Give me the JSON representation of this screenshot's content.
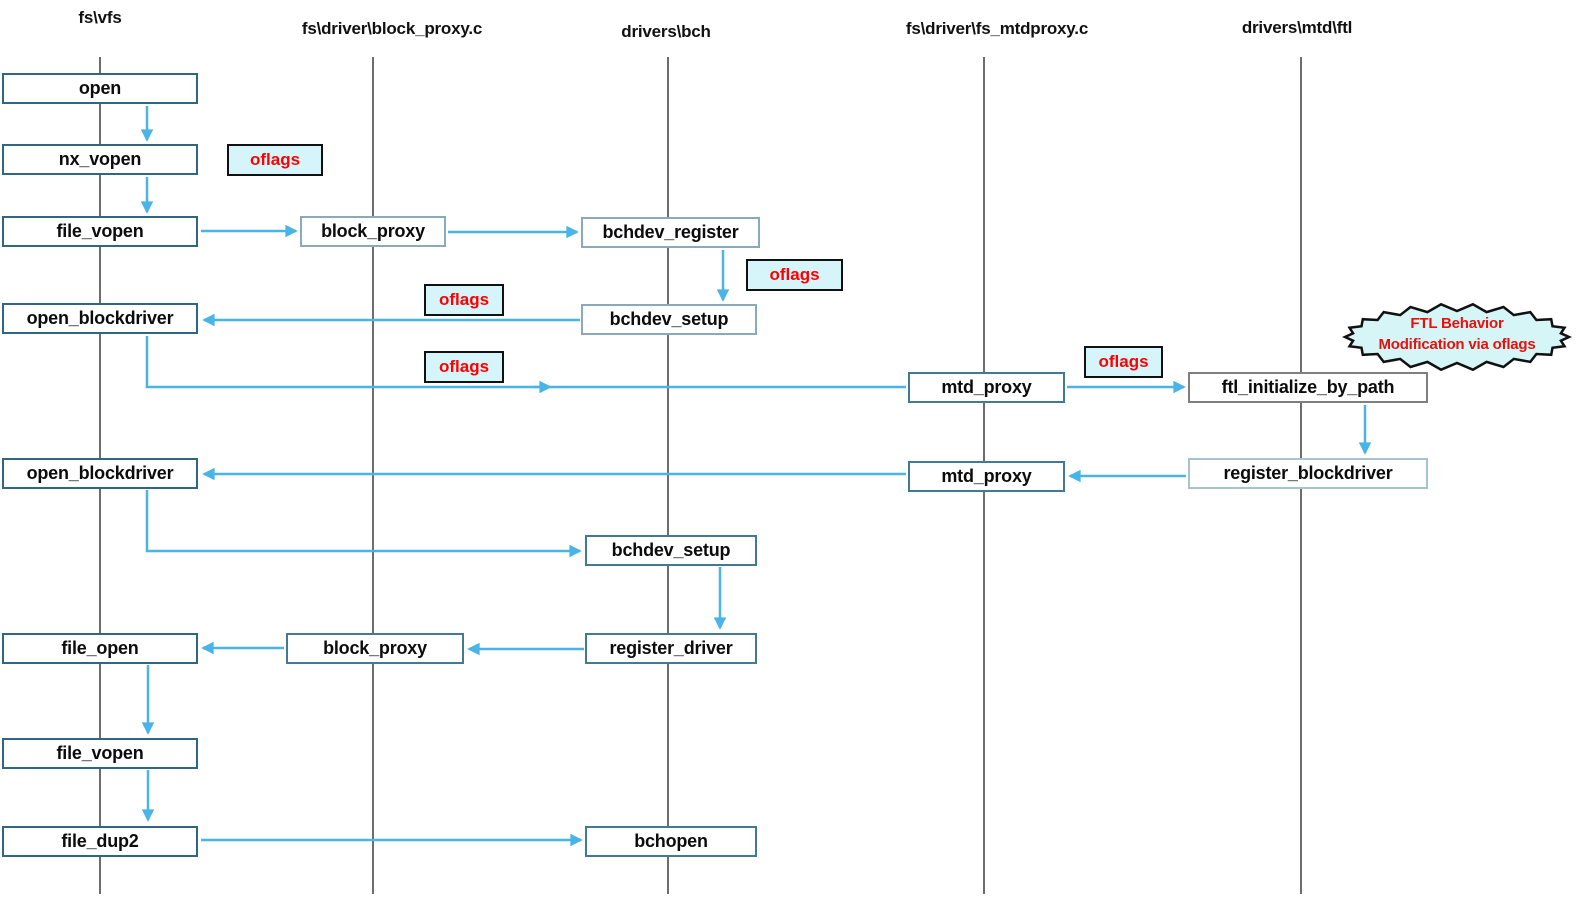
{
  "diagram": {
    "type": "sequence-flow-diagram",
    "columns": [
      {
        "id": "fs-vfs",
        "label": "fs\\vfs"
      },
      {
        "id": "fs-driver-block-proxy",
        "label": "fs\\driver\\block_proxy.c"
      },
      {
        "id": "drivers-bch",
        "label": "drivers\\bch"
      },
      {
        "id": "fs-driver-fs-mtdproxy",
        "label": "fs\\driver\\fs_mtdproxy.c"
      },
      {
        "id": "drivers-mtd-ftl",
        "label": "drivers\\mtd\\ftl"
      }
    ],
    "nodes": [
      {
        "id": "open",
        "column": "fs-vfs",
        "label": "open"
      },
      {
        "id": "nx_vopen",
        "column": "fs-vfs",
        "label": "nx_vopen"
      },
      {
        "id": "file_vopen",
        "column": "fs-vfs",
        "label": "file_vopen"
      },
      {
        "id": "open_blockdriver",
        "column": "fs-vfs",
        "label": "open_blockdriver"
      },
      {
        "id": "open_blockdriver-2",
        "column": "fs-vfs",
        "label": "open_blockdriver"
      },
      {
        "id": "file_open",
        "column": "fs-vfs",
        "label": "file_open"
      },
      {
        "id": "file_vopen-2",
        "column": "fs-vfs",
        "label": "file_vopen"
      },
      {
        "id": "file_dup2",
        "column": "fs-vfs",
        "label": "file_dup2"
      },
      {
        "id": "block_proxy",
        "column": "fs-driver-block-proxy",
        "label": "block_proxy"
      },
      {
        "id": "block_proxy-2",
        "column": "fs-driver-block-proxy",
        "label": "block_proxy"
      },
      {
        "id": "bchdev_register",
        "column": "drivers-bch",
        "label": "bchdev_register"
      },
      {
        "id": "bchdev_setup",
        "column": "drivers-bch",
        "label": "bchdev_setup"
      },
      {
        "id": "bchdev_setup-2",
        "column": "drivers-bch",
        "label": "bchdev_setup"
      },
      {
        "id": "register_driver",
        "column": "drivers-bch",
        "label": "register_driver"
      },
      {
        "id": "bchopen",
        "column": "drivers-bch",
        "label": "bchopen"
      },
      {
        "id": "mtd_proxy",
        "column": "fs-driver-fs-mtdproxy",
        "label": "mtd_proxy"
      },
      {
        "id": "mtd_proxy-2",
        "column": "fs-driver-fs-mtdproxy",
        "label": "mtd_proxy"
      },
      {
        "id": "ftl_initialize_by_path",
        "column": "drivers-mtd-ftl",
        "label": "ftl_initialize_by_path"
      },
      {
        "id": "register_blockdriver",
        "column": "drivers-mtd-ftl",
        "label": "register_blockdriver"
      }
    ],
    "flags": [
      {
        "id": "oflags-1",
        "label": "oflags"
      },
      {
        "id": "oflags-2",
        "label": "oflags"
      },
      {
        "id": "oflags-3",
        "label": "oflags"
      },
      {
        "id": "oflags-4",
        "label": "oflags"
      },
      {
        "id": "oflags-5",
        "label": "oflags"
      }
    ],
    "cloud": {
      "line1": "FTL Behavior",
      "line2": "Modification via oflags"
    },
    "colors": {
      "arrow": "#49b4e6",
      "lifeline": "#3d3d3d",
      "flag_background": "#d6f5fb",
      "flag_border": "#111111",
      "flag_text": "#ff0000",
      "cloud_background": "#d6f5f6",
      "cloud_border": "#111111",
      "cloud_text": "#e8100c",
      "node_background": "#ffffff",
      "node_text": "#0c0c0c"
    }
  }
}
